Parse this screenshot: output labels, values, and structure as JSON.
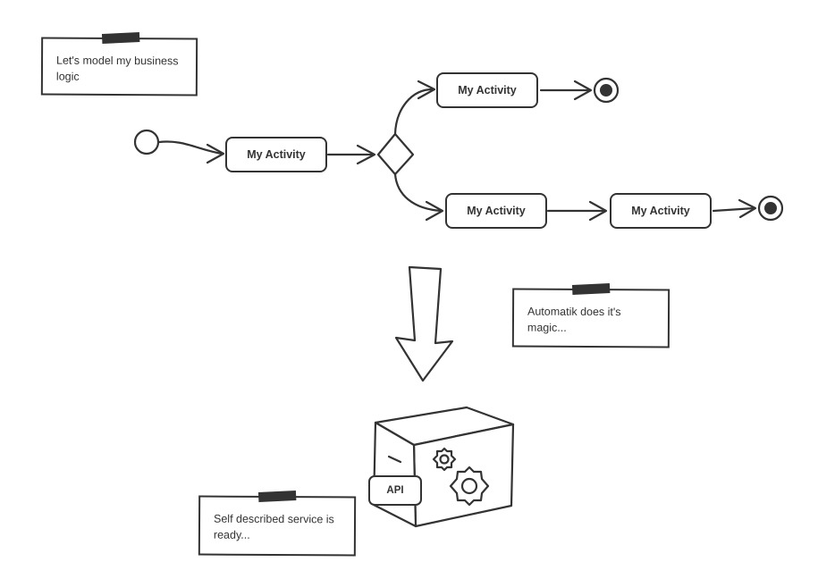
{
  "notes": {
    "intro": "Let's model my business logic",
    "magic": "Automatik does it's magic...",
    "ready": "Self described service is ready..."
  },
  "activities": {
    "start": "My Activity",
    "upper": "My Activity",
    "lower_first": "My Activity",
    "lower_second": "My Activity"
  },
  "service": {
    "api_label": "API",
    "icon": "gear-icon"
  },
  "colors": {
    "ink": "#333333",
    "background": "#ffffff"
  }
}
